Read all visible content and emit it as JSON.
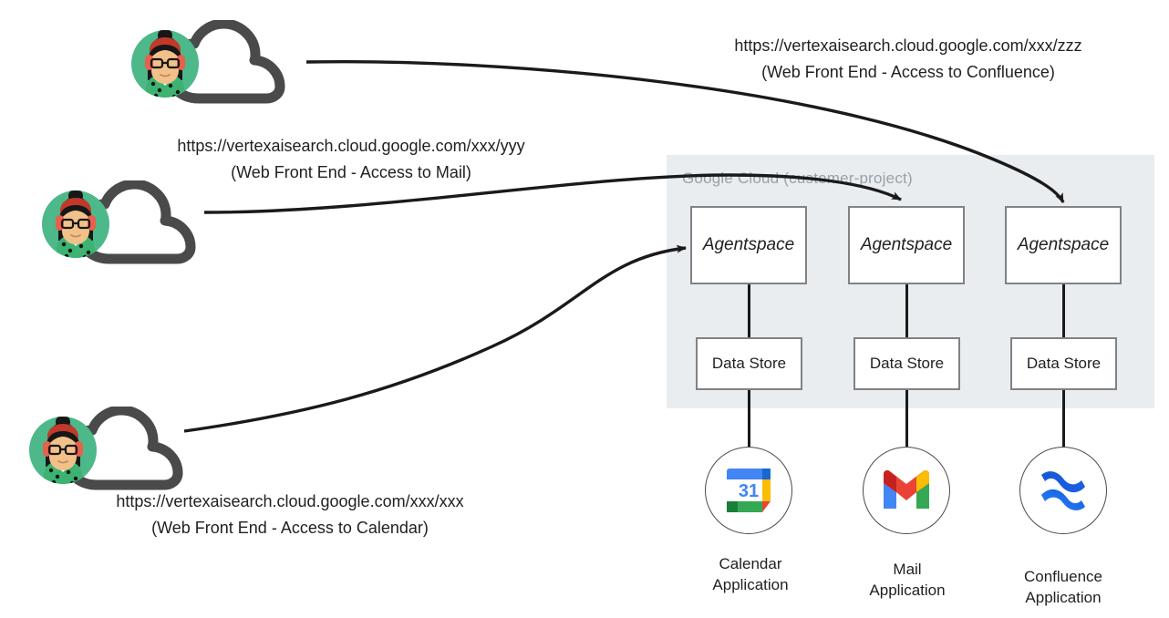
{
  "diagram": {
    "title_region": "Google Cloud (customer-project)",
    "colors": {
      "region_bg": "#e9edf0",
      "region_label": "#9aa0a6",
      "box_border": "#808285",
      "connector": "#1a1a1a",
      "text": "#202124",
      "avatar_bg": "#4db88a",
      "cloud_outline": "#4a4a4a",
      "gmail_red": "#ea4335",
      "gmail_blue": "#4285f4",
      "gmail_green": "#34a853",
      "gmail_yellow": "#fbbc04",
      "confluence_blue_dark": "#1558d6",
      "confluence_blue_light": "#2684ff"
    }
  },
  "users": [
    {
      "id": "user-confluence",
      "icon": "user-cloud-icon",
      "url": "https://vertexaisearch.cloud.google.com/xxx/zzz",
      "description": "(Web Front End - Access to Confluence)"
    },
    {
      "id": "user-mail",
      "icon": "user-cloud-icon",
      "url": "https://vertexaisearch.cloud.google.com/xxx/yyy",
      "description": "(Web Front End - Access to Mail)"
    },
    {
      "id": "user-calendar",
      "icon": "user-cloud-icon",
      "url": "https://vertexaisearch.cloud.google.com/xxx/xxx",
      "description": "(Web Front End - Access to Calendar)"
    }
  ],
  "columns": [
    {
      "id": "calendar",
      "agentspace_label": "Agentspace",
      "datastore_label": "Data Store",
      "app_icon": "google-calendar-icon",
      "app_icon_text": "31",
      "app_label_line1": "Calendar",
      "app_label_line2": "Application"
    },
    {
      "id": "mail",
      "agentspace_label": "Agentspace",
      "datastore_label": "Data Store",
      "app_icon": "gmail-icon",
      "app_icon_text": "",
      "app_label_line1": "Mail",
      "app_label_line2": "Application"
    },
    {
      "id": "confluence",
      "agentspace_label": "Agentspace",
      "datastore_label": "Data Store",
      "app_icon": "confluence-icon",
      "app_icon_text": "",
      "app_label_line1": "Confluence",
      "app_label_line2": "Application"
    }
  ]
}
